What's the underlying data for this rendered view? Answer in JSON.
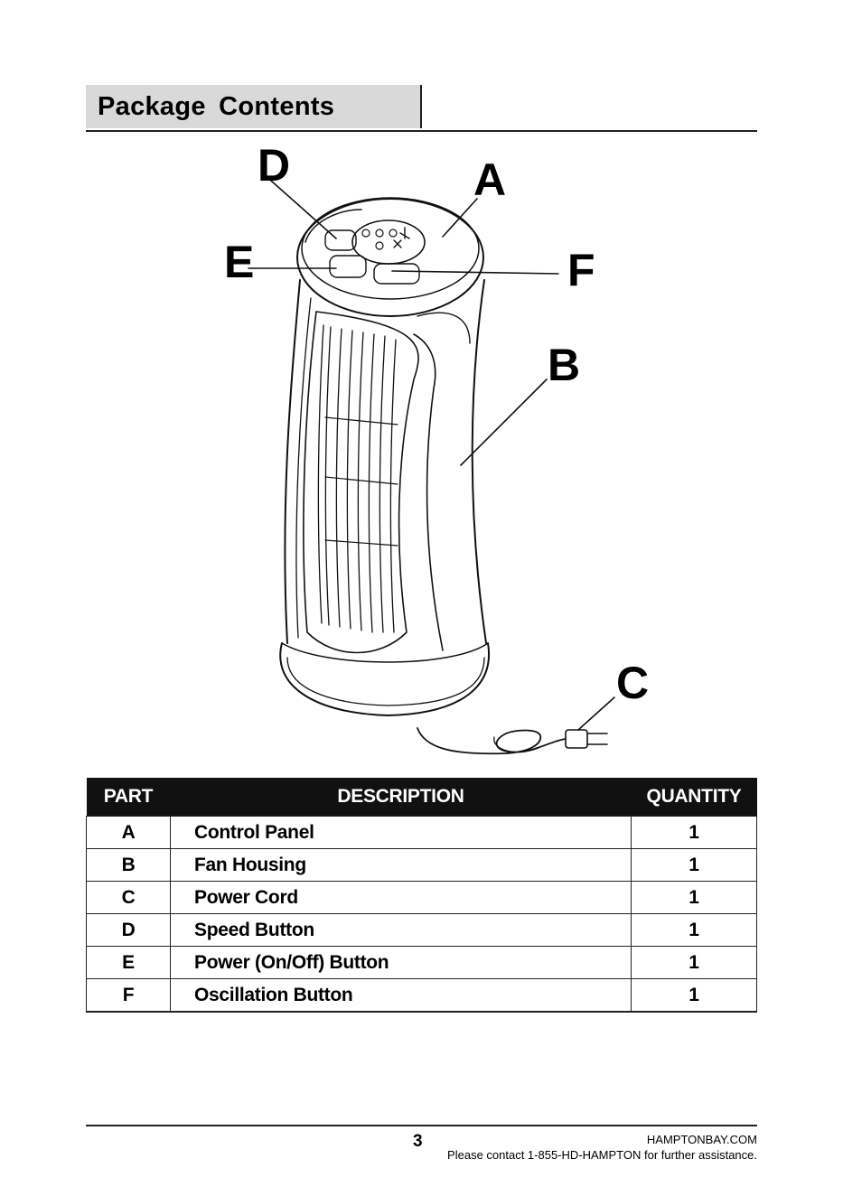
{
  "section": {
    "title": "Package  Contents"
  },
  "diagram": {
    "callouts": {
      "a": "A",
      "b": "B",
      "c": "C",
      "d": "D",
      "e": "E",
      "f": "F"
    }
  },
  "table": {
    "headers": {
      "part": "PART",
      "description": "DESCRIPTION",
      "quantity": "QUANTITY"
    },
    "rows": [
      {
        "part": "A",
        "description": "Control Panel",
        "quantity": "1"
      },
      {
        "part": "B",
        "description": "Fan Housing",
        "quantity": "1"
      },
      {
        "part": "C",
        "description": "Power Cord",
        "quantity": "1"
      },
      {
        "part": "D",
        "description": "Speed Button",
        "quantity": "1"
      },
      {
        "part": "E",
        "description": "Power (On/Off) Button",
        "quantity": "1"
      },
      {
        "part": "F",
        "description": "Oscillation Button",
        "quantity": "1"
      }
    ]
  },
  "footer": {
    "page_number": "3",
    "website": "HAMPTONBAY.COM",
    "contact": "Please contact 1-855-HD-HAMPTON for further assistance."
  }
}
